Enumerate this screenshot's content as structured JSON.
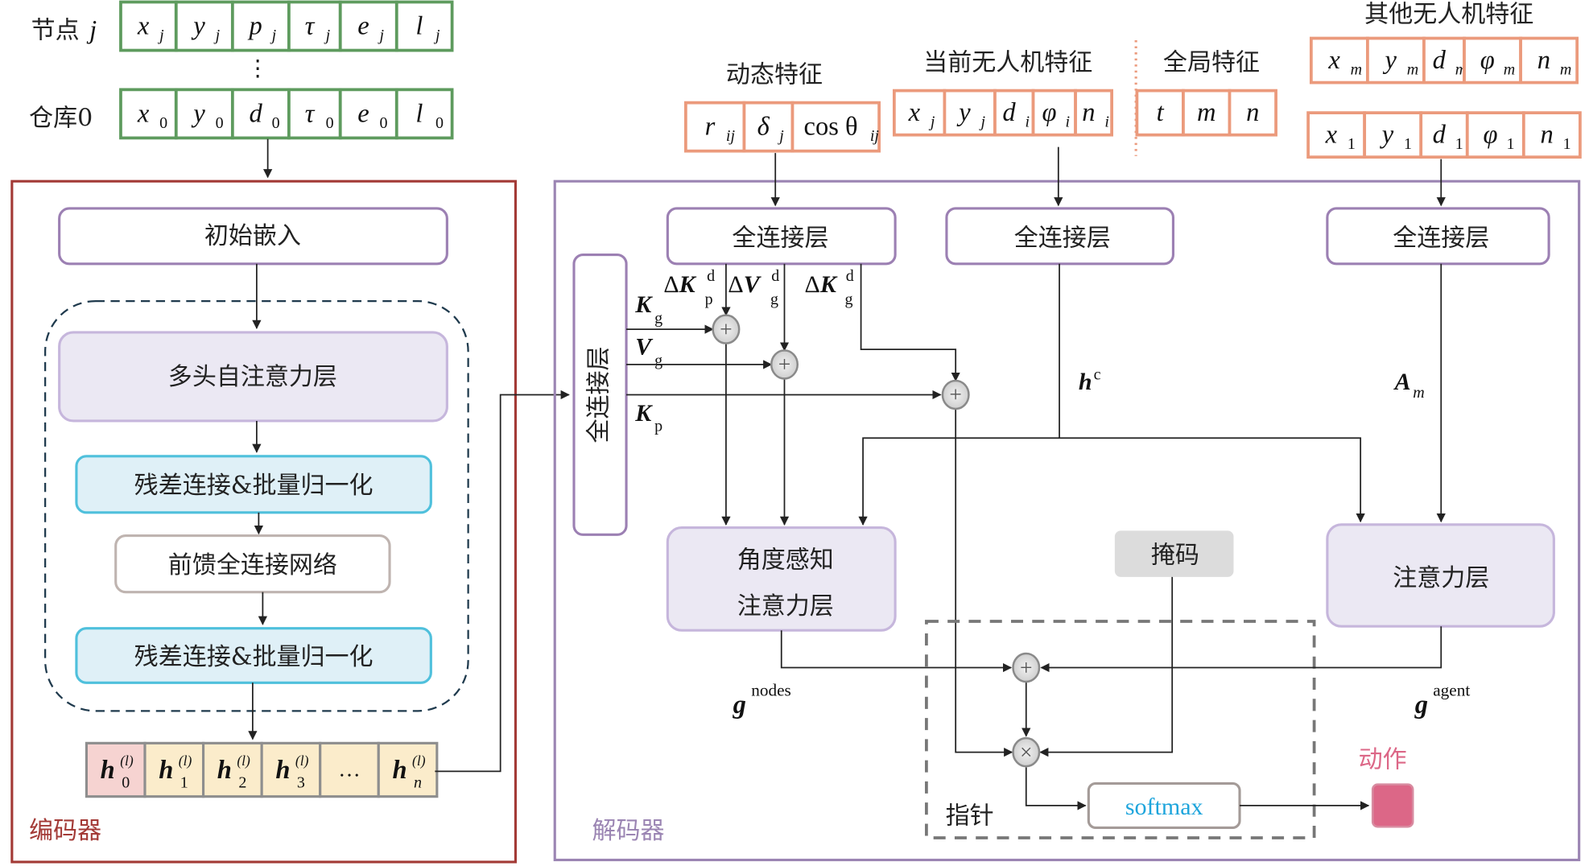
{
  "colors": {
    "green": "#5e9b5e",
    "orange": "#eb9a7c",
    "encoder_border": "#a33a36",
    "decoder_border": "#9b85b3",
    "purple_box": "#9c80b3",
    "purple_fill": "#ebe8f3",
    "cyan_border": "#4fc0dc",
    "cyan_fill": "#dff0f7",
    "gray_box": "#dcdcdc",
    "action": "#dc6787",
    "softmax_text": "#1ea5dc",
    "h0_fill": "#f6d3d1",
    "hn_fill": "#fbeccb"
  },
  "inputs": {
    "node_j_label": "节点",
    "node_j_var": "j",
    "node_j_cells": [
      [
        "x",
        "j"
      ],
      [
        "y",
        "j"
      ],
      [
        "p",
        "j"
      ],
      [
        "τ",
        "j"
      ],
      [
        "e",
        "j"
      ],
      [
        "l",
        "j"
      ]
    ],
    "ellipsis": "⋮",
    "depot_label": "仓库0",
    "depot_cells": [
      [
        "x",
        "0"
      ],
      [
        "y",
        "0"
      ],
      [
        "d",
        "0"
      ],
      [
        "τ",
        "0"
      ],
      [
        "e",
        "0"
      ],
      [
        "l",
        "0"
      ]
    ]
  },
  "encoder": {
    "title": "编码器",
    "initial_embedding": "初始嵌入",
    "mha": "多头自注意力层",
    "add_norm_1": "残差连接&批量归一化",
    "ffn": "前馈全连接网络",
    "add_norm_2": "残差连接&批量归一化",
    "h_main": "h",
    "h_sup": "(l)",
    "h_subs": [
      "0",
      "1",
      "2",
      "3",
      "…",
      "n"
    ]
  },
  "decoder": {
    "title": "解码器",
    "dynamic_features_label": "动态特征",
    "dynamic_cells": [
      [
        "r",
        "ij"
      ],
      [
        "δ",
        "j"
      ],
      [
        "cos θ",
        "ij"
      ]
    ],
    "current_uav_label": "当前无人机特征",
    "current_uav_cells": [
      [
        "x",
        "j"
      ],
      [
        "y",
        "j"
      ],
      [
        "d",
        "i"
      ],
      [
        "φ",
        "i"
      ],
      [
        "n",
        "i"
      ]
    ],
    "global_label": "全局特征",
    "global_cells": [
      "t",
      "m",
      "n"
    ],
    "other_uav_label": "其他无人机特征",
    "other_uav_cells_m": [
      [
        "x",
        "m"
      ],
      [
        "y",
        "m"
      ],
      [
        "d",
        "m"
      ],
      [
        "φ",
        "m"
      ],
      [
        "n",
        "m"
      ]
    ],
    "other_uav_cells_1": [
      [
        "x",
        "1"
      ],
      [
        "y",
        "1"
      ],
      [
        "d",
        "1"
      ],
      [
        "φ",
        "1"
      ],
      [
        "n",
        "1"
      ]
    ],
    "fc_dynamic": "全连接层",
    "fc_current": "全连接层",
    "fc_other": "全连接层",
    "fc_vertical": "全连接层",
    "delta_kp": {
      "pre": "Δ",
      "main": "K",
      "sub": "p",
      "sup": "d"
    },
    "delta_vg": {
      "pre": "Δ",
      "main": "V",
      "sub": "g",
      "sup": "d"
    },
    "delta_kg": {
      "pre": "Δ",
      "main": "K",
      "sub": "g",
      "sup": "d"
    },
    "kg": {
      "main": "K",
      "sub": "g"
    },
    "vg": {
      "main": "V",
      "sub": "g"
    },
    "kp": {
      "main": "K",
      "sub": "p"
    },
    "hc": {
      "main": "h",
      "sup": "c"
    },
    "am": {
      "main": "A",
      "sub": "m"
    },
    "angle_attention_line1": "角度感知",
    "angle_attention_line2": "注意力层",
    "attention": "注意力层",
    "mask": "掩码",
    "g_nodes": {
      "main": "g",
      "sup": "nodes"
    },
    "g_agent": {
      "main": "g",
      "sup": "agent"
    },
    "pointer_label": "指针",
    "softmax": "softmax",
    "action_label": "动作",
    "plus_symbol": "+",
    "times_symbol": "×"
  }
}
